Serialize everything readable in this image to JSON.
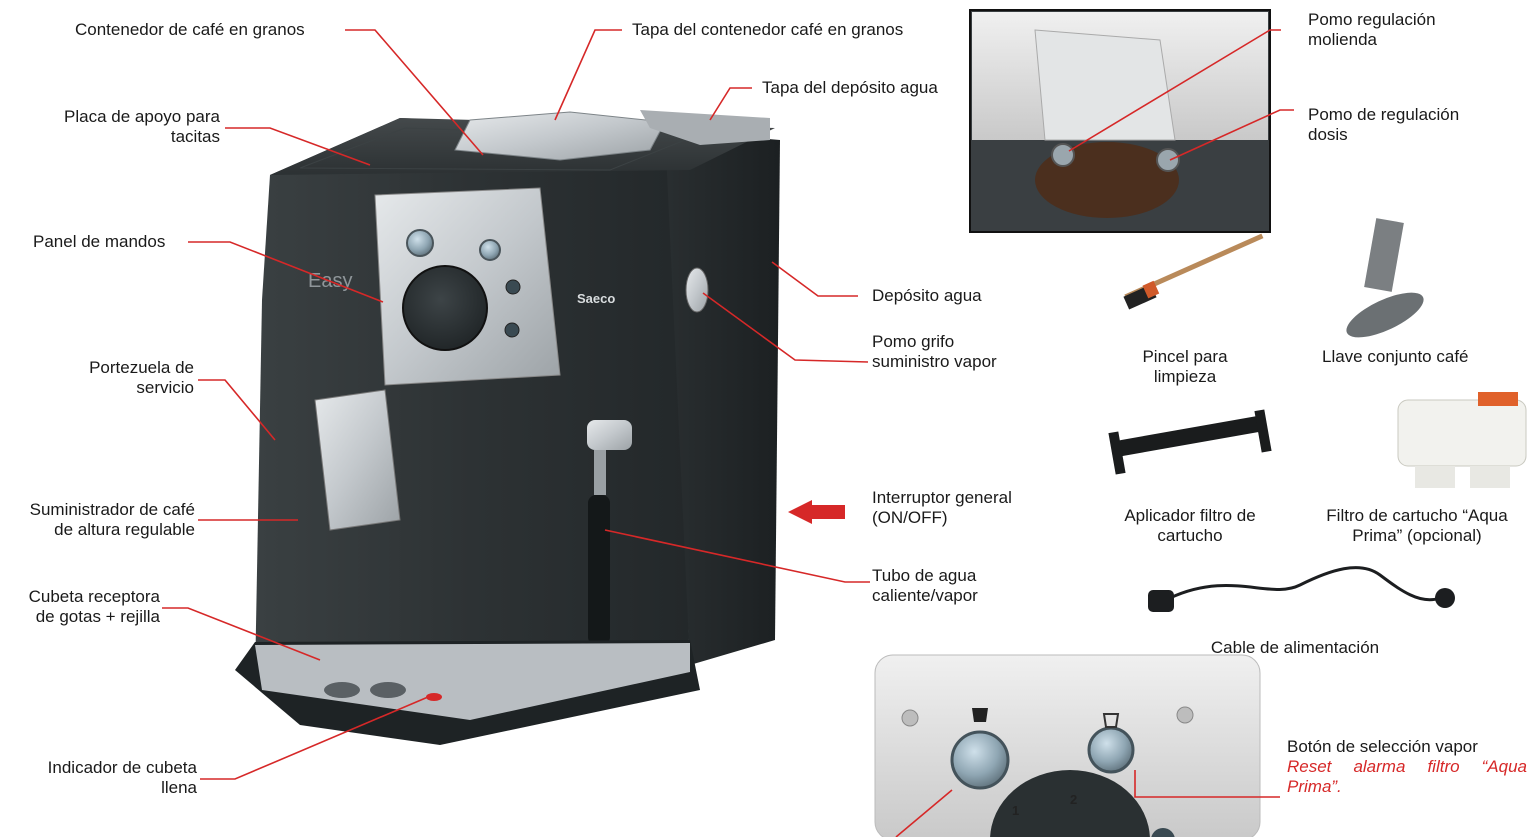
{
  "labels": {
    "contenedor_cafe": "Contenedor de café en granos",
    "tapa_contenedor": "Tapa del contenedor café en granos",
    "tapa_deposito": "Tapa del depósito agua",
    "placa_l1": "Placa de apoyo para",
    "placa_l2": "tacitas",
    "panel_mandos": "Panel de mandos",
    "portezuela_l1": "Portezuela de",
    "portezuela_l2": "servicio",
    "suministrador_l1": "Suministrador de café",
    "suministrador_l2": "de altura regulable",
    "cubeta_l1": "Cubeta receptora",
    "cubeta_l2": "de gotas + rejilla",
    "indicador_l1": "Indicador de cubeta",
    "indicador_l2": "llena",
    "deposito_agua": "Depósito agua",
    "pomo_grifo_l1": "Pomo grifo",
    "pomo_grifo_l2": "suministro vapor",
    "interruptor_l1": "Interruptor general",
    "interruptor_l2": "(ON/OFF)",
    "tubo_l1": "Tubo de agua",
    "tubo_l2": "caliente/vapor",
    "pomo_molienda_l1": "Pomo regulación",
    "pomo_molienda_l2": "molienda",
    "pomo_dosis_l1": "Pomo de regulación",
    "pomo_dosis_l2": "dosis",
    "pincel_l1": "Pincel para",
    "pincel_l2": "limpieza",
    "llave": "Llave conjunto café",
    "aplicador_l1": "Aplicador filtro de",
    "aplicador_l2": "cartucho",
    "filtro_l1": "Filtro de cartucho “Aqua",
    "filtro_l2": "Prima” (opcional)",
    "cable": "Cable de alimentación",
    "boton_vapor": "Botón de selección vapor",
    "reset_l1": "Reset alarma filtro “Aqua",
    "reset_l2": "Prima”."
  },
  "machine": {
    "brand": "Saeco",
    "model": "Easy",
    "dial_numbers": [
      "1",
      "2"
    ]
  },
  "colors": {
    "leader": "#d62828",
    "body": "#2f3436",
    "silver": "#b9bec2",
    "accent_red": "#d62828"
  }
}
